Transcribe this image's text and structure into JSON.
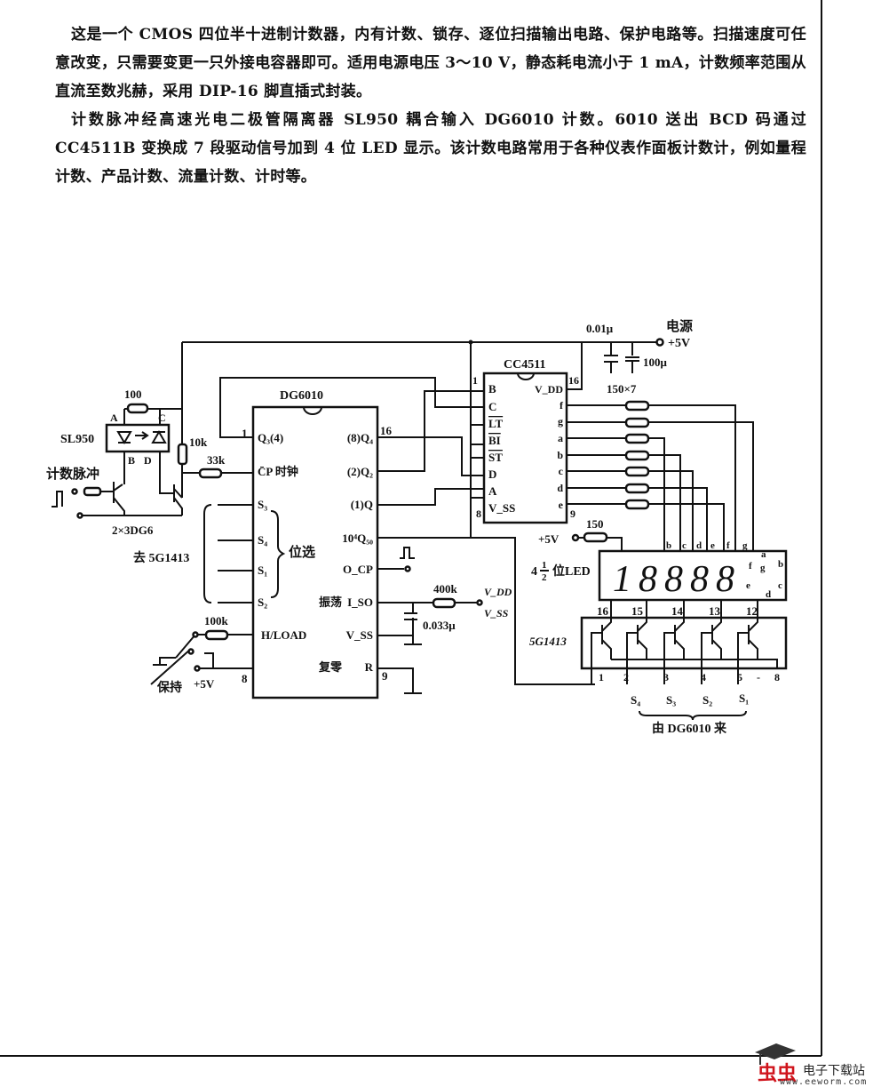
{
  "paragraphs": [
    "这是一个 CMOS 四位半十进制计数器，内有计数、锁存、逐位扫描输出电路、保护电路等。扫描速度可任意改变，只需要变更一只外接电容器即可。适用电源电压 3～10 V，静态耗电流小于 1 mA，计数频率范围从直流至数兆赫，采用 DIP-16 脚直插式封装。",
    "计数脉冲经高速光电二极管隔离器 SL950 耦合输入 DG6010 计数。6010 送出 BCD 码通过 CC4511B 变换成 7 段驱动信号加到 4 位 LED 显示。该计数电路常用于各种仪表作面板计数计，例如量程计数、产品计数、流量计数、计时等。"
  ],
  "circuit": {
    "power": {
      "label": "电源",
      "voltage": "+5V",
      "cap1": "0.01μ",
      "cap2": "100μ"
    },
    "optocoupler": {
      "name": "SL950",
      "resistor": "100",
      "pins": [
        "A",
        "B",
        "C",
        "D"
      ]
    },
    "input_label": "计数脉冲",
    "transistors": "2×3DG6",
    "r_10k": "10k",
    "r_33k": "33k",
    "r_100k": "100k",
    "r_400k": "400k",
    "c_033": "0.033μ",
    "hold_label": "保持",
    "plus5v": "+5V",
    "to_5g1413": "去 5G1413",
    "digit_select": "位选",
    "dg6010": {
      "name": "DG6010",
      "left_pins": [
        "Q₃(4)",
        "C̄P 时钟",
        "S₃",
        "S₄",
        "S₁",
        "S₂",
        "H/LOAD"
      ],
      "right_pins": [
        "(8)Q₄",
        "(2)Q₂",
        "(1)Q",
        "10⁴Q₅₀",
        "O_CP",
        "振荡",
        "I_SO",
        "V_SS",
        "复零",
        "R"
      ],
      "pin_numbers": [
        "1",
        "16",
        "8",
        "9"
      ]
    },
    "vdd": "V_DD",
    "vss": "V_SS",
    "cc4511": {
      "name": "CC4511",
      "left_pins": [
        "B",
        "C",
        "LT",
        "BI",
        "ST",
        "D",
        "A",
        "V_SS"
      ],
      "right_pins": [
        "V_DD",
        "f",
        "g",
        "a",
        "b",
        "c",
        "d",
        "e"
      ],
      "pin_numbers": [
        "1",
        "16",
        "8",
        "9"
      ]
    },
    "resistors_7": "150×7",
    "r_150": "150",
    "led": {
      "label_prefix": "4",
      "label_frac_num": "1",
      "label_frac_den": "2",
      "label_suffix": "位LED",
      "digits": "18888",
      "segments": [
        "b",
        "c",
        "d",
        "e",
        "f",
        "g"
      ],
      "seg_side": [
        "a",
        "b",
        "c",
        "d",
        "e",
        "f",
        "g"
      ]
    },
    "driver": {
      "name": "5G1413",
      "top_pins": [
        "16",
        "15",
        "14",
        "13",
        "12"
      ],
      "bottom_pins": [
        "1",
        "2",
        "3",
        "4",
        "5",
        "-",
        "8"
      ],
      "inputs": [
        "S₄",
        "S₃",
        "S₂",
        "S₁"
      ],
      "from_label": "由 DG6010 来"
    }
  },
  "watermark": {
    "brand": "虫虫",
    "site": "电子下载站",
    "url": "www.eeworm.com",
    "color": "#d0141c"
  }
}
